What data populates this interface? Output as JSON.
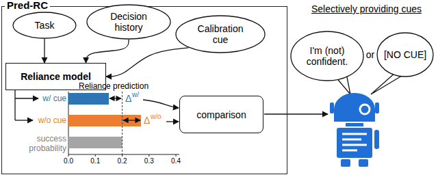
{
  "diagram": {
    "nodes": [
      {
        "text": [
          "Pred-RC"
        ]
      },
      {
        "text": [
          "Task"
        ],
        "in": 0
      },
      {
        "text": [
          "Decision history"
        ],
        "in": 0
      },
      {
        "text": [
          "Calibration cue"
        ],
        "in": 0
      },
      {
        "text": [
          "Reliance model"
        ],
        "in": 0
      },
      {
        "text": [
          "comparison"
        ],
        "in": 0
      },
      {
        "text": [
          "I'm (not) confident."
        ]
      },
      {
        "text": [
          "[NO CUE]"
        ]
      }
    ],
    "edges": [
      {
        "from": 1,
        "to": 4,
        "arrow": "to"
      },
      {
        "from": 2,
        "to": 4,
        "arrow": "to"
      },
      {
        "from": 3,
        "to": 4,
        "arrow": "to"
      }
    ],
    "labels": [
      "Selectively providing cues",
      "Reliance prediction",
      "w/ cue",
      "w/o cue",
      "success probability",
      "0.0",
      "0.1",
      "0.2",
      "0.3",
      "0.4",
      "Δ",
      "w/",
      "Δ",
      "w/o",
      "or"
    ]
  }
}
